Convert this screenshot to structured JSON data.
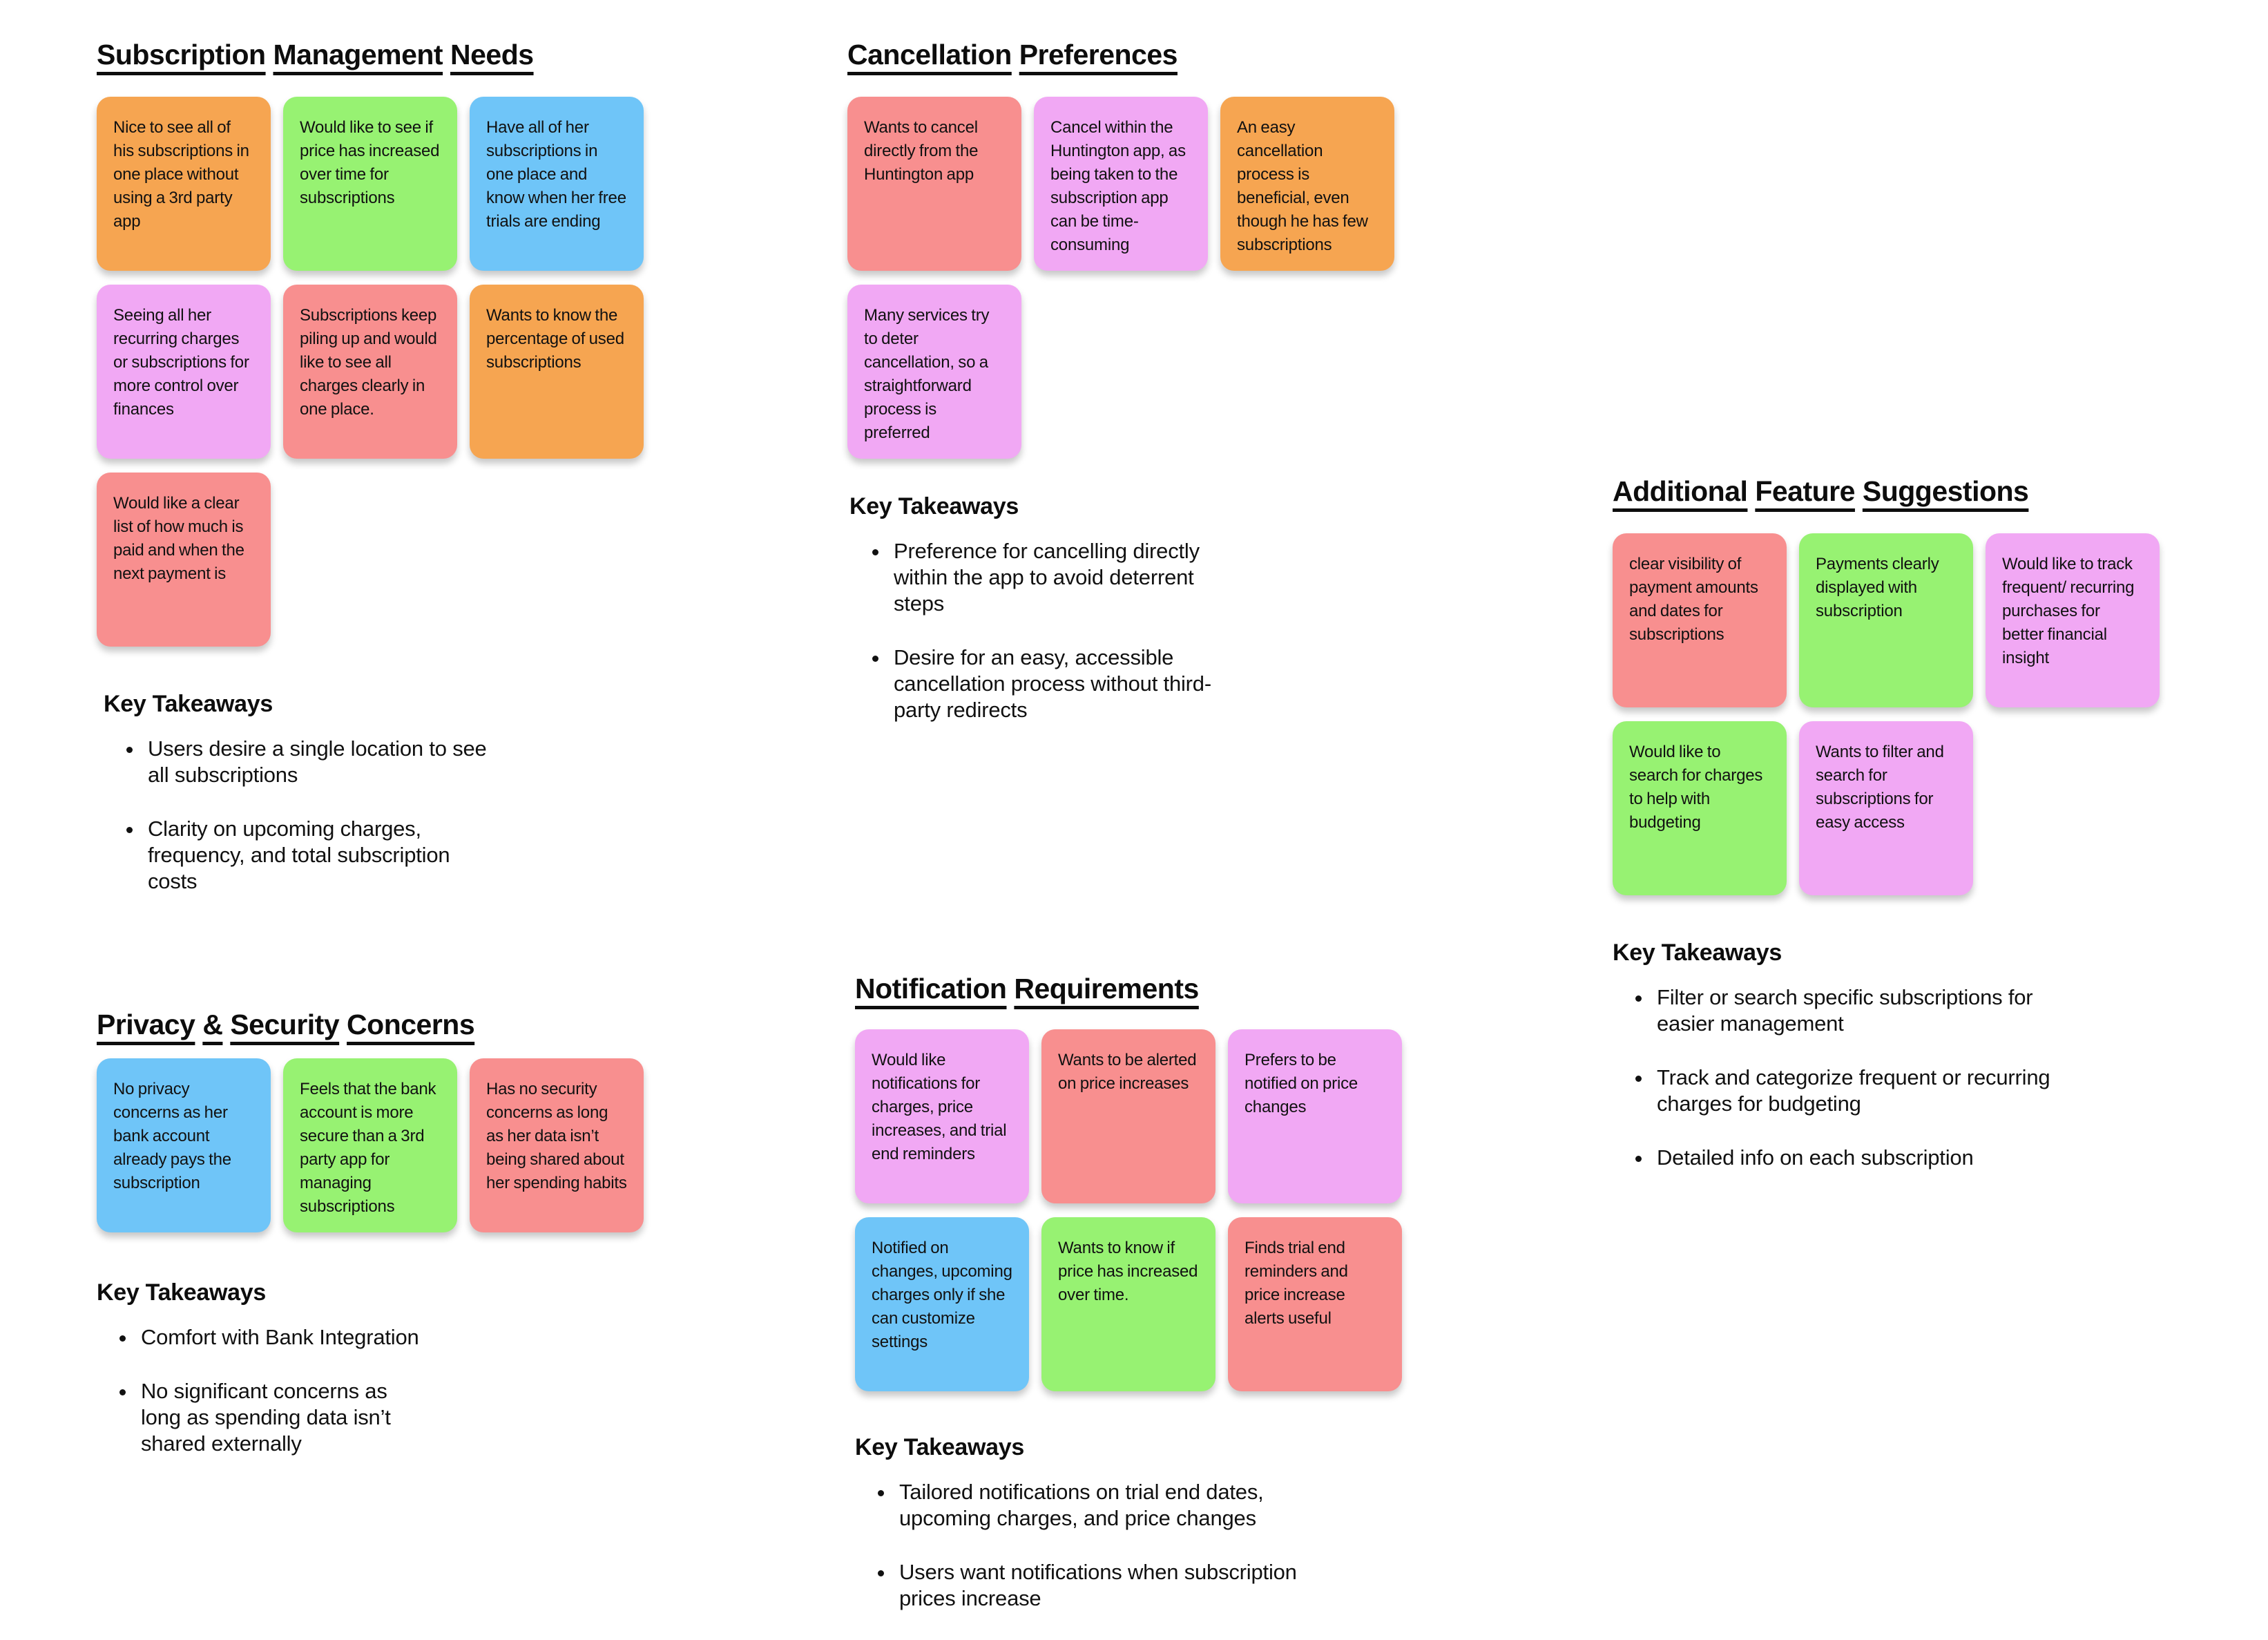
{
  "board_background": "#FFFFFF",
  "palette": {
    "orange": "#F6A551",
    "green": "#97F272",
    "blue": "#6FC5F8",
    "violet": "#F1A8F4",
    "salmon": "#F88F8F"
  },
  "text_color": "#111111",
  "sections": [
    {
      "id": "subscription-management",
      "title": "Subscription Management Needs",
      "stickies": [
        {
          "color": "orange",
          "row": 0,
          "col": 0,
          "text": "Nice to see all of his subscriptions in one place without using a 3rd party app"
        },
        {
          "color": "green",
          "row": 0,
          "col": 1,
          "text": "Would like to see if price has increased over time for subscriptions"
        },
        {
          "color": "blue",
          "row": 0,
          "col": 2,
          "text": "Have all of her subscriptions in one place and know when her free trials are ending"
        },
        {
          "color": "violet",
          "row": 1,
          "col": 0,
          "text": "Seeing all her recurring charges or subscriptions for more control over finances"
        },
        {
          "color": "salmon",
          "row": 1,
          "col": 1,
          "text": "Subscriptions keep piling up and would like to see all charges clearly in one place."
        },
        {
          "color": "orange",
          "row": 1,
          "col": 2,
          "text": "Wants to know the percentage of used subscriptions"
        },
        {
          "color": "salmon",
          "row": 2,
          "col": 0,
          "text": "Would like a clear list of how much is paid and when the next payment is"
        }
      ],
      "takeaways": {
        "heading": "Key Takeaways",
        "bullets": [
          "Users desire a single location to see all subscriptions",
          "Clarity on upcoming charges, frequency, and total subscription costs"
        ]
      }
    },
    {
      "id": "cancellation-preferences",
      "title": "Cancellation Preferences",
      "stickies": [
        {
          "color": "salmon",
          "row": 0,
          "col": 0,
          "text": "Wants to cancel directly from the Huntington app"
        },
        {
          "color": "violet",
          "row": 0,
          "col": 1,
          "text": "Cancel within the Huntington app, as being taken to the subscription app can be time-consuming"
        },
        {
          "color": "orange",
          "row": 0,
          "col": 2,
          "text": "An easy cancellation process is beneficial, even though he has few subscriptions"
        },
        {
          "color": "violet",
          "row": 1,
          "col": 0,
          "text": "Many services try to deter cancellation, so a straightforward process is preferred"
        }
      ],
      "takeaways": {
        "heading": "Key Takeaways",
        "bullets": [
          "Preference for cancelling directly within the app to avoid deterrent steps",
          "Desire for an easy, accessible cancellation process without third-party redirects"
        ]
      }
    },
    {
      "id": "additional-feature-suggestions",
      "title": "Additional Feature Suggestions",
      "stickies": [
        {
          "color": "salmon",
          "row": 0,
          "col": 0,
          "text": "clear visibility of payment amounts and dates for subscriptions"
        },
        {
          "color": "green",
          "row": 0,
          "col": 1,
          "text": "Payments clearly displayed with subscription"
        },
        {
          "color": "violet",
          "row": 0,
          "col": 2,
          "text": "Would like to track frequent/ recurring purchases for better financial insight"
        },
        {
          "color": "green",
          "row": 1,
          "col": 0,
          "text": "Would like to search for charges to help with budgeting"
        },
        {
          "color": "violet",
          "row": 1,
          "col": 1,
          "text": "Wants to filter and search for subscriptions for easy access"
        }
      ],
      "takeaways": {
        "heading": "Key Takeaways",
        "bullets": [
          "Filter or search specific subscriptions for easier management",
          "Track and categorize frequent or recurring charges for budgeting",
          "Detailed info on each subscription"
        ]
      }
    },
    {
      "id": "privacy-security-concerns",
      "title": "Privacy & Security Concerns",
      "stickies": [
        {
          "color": "blue",
          "row": 0,
          "col": 0,
          "text": "No privacy concerns as her bank account already pays the subscription"
        },
        {
          "color": "green",
          "row": 0,
          "col": 1,
          "text": "Feels that the bank account is more secure than a 3rd party app for managing subscriptions"
        },
        {
          "color": "salmon",
          "row": 0,
          "col": 2,
          "text": "Has no security concerns as long as her data isn’t being shared about her spending habits"
        }
      ],
      "takeaways": {
        "heading": "Key Takeaways",
        "bullets": [
          "Comfort with Bank Integration",
          "No significant concerns as long as spending data isn’t shared externally"
        ]
      }
    },
    {
      "id": "notification-requirements",
      "title": "Notification Requirements",
      "stickies": [
        {
          "color": "violet",
          "row": 0,
          "col": 0,
          "text": "Would like notifications for charges, price increases, and trial end reminders"
        },
        {
          "color": "salmon",
          "row": 0,
          "col": 1,
          "text": "Wants to be alerted on price increases"
        },
        {
          "color": "violet",
          "row": 0,
          "col": 2,
          "text": "Prefers to be notified on price changes"
        },
        {
          "color": "blue",
          "row": 1,
          "col": 0,
          "text": "Notified on changes, upcoming charges only if she can customize settings"
        },
        {
          "color": "green",
          "row": 1,
          "col": 1,
          "text": "Wants to know if price has increased over time."
        },
        {
          "color": "salmon",
          "row": 1,
          "col": 2,
          "text": "Finds trial end reminders and price increase alerts useful"
        }
      ],
      "takeaways": {
        "heading": "Key Takeaways",
        "bullets": [
          "Tailored notifications on trial end dates, upcoming charges, and price changes",
          "Users want notifications when subscription prices increase"
        ]
      }
    }
  ]
}
